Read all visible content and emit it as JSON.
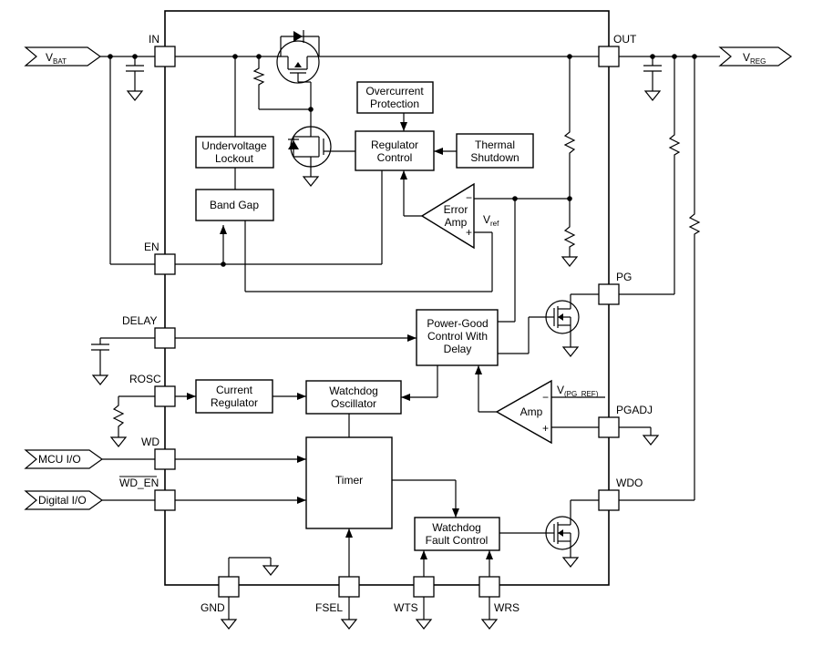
{
  "pins": {
    "in": "IN",
    "out": "OUT",
    "en": "EN",
    "delay": "DELAY",
    "rosc": "ROSC",
    "wd": "WD",
    "wd_en": "WD_EN",
    "pg": "PG",
    "pgadj": "PGADJ",
    "wdo": "WDO",
    "gnd": "GND",
    "fsel": "FSEL",
    "wts": "WTS",
    "wrs": "WRS"
  },
  "external": {
    "vbat_main": "V",
    "vbat_sub": "BAT",
    "vreg_main": "V",
    "vreg_sub": "REG",
    "mcu_io": "MCU I/O",
    "digital_io": "Digital  I/O"
  },
  "blocks": {
    "overcurrent": [
      "Overcurrent",
      "Protection"
    ],
    "regulator": [
      "Regulator",
      "Control"
    ],
    "thermal": [
      "Thermal",
      "Shutdown"
    ],
    "uvlo": [
      "Undervoltage",
      "Lockout"
    ],
    "bandgap": [
      "Band Gap"
    ],
    "error_amp": [
      "Error",
      "Amp"
    ],
    "pg_control": [
      "Power-Good",
      "Control With",
      "Delay"
    ],
    "current_reg": [
      "Current",
      "Regulator"
    ],
    "wd_osc": [
      "Watchdog",
      "Oscillator"
    ],
    "timer": [
      "Timer"
    ],
    "amp": [
      "Amp"
    ],
    "wd_fault": [
      "Watchdog",
      "Fault Control"
    ]
  },
  "annotations": {
    "vref_main": "V",
    "vref_sub": "ref",
    "vpgref_main": "V",
    "vpgref_sub": "(PG_REF)",
    "minus": "−",
    "plus": "+"
  }
}
